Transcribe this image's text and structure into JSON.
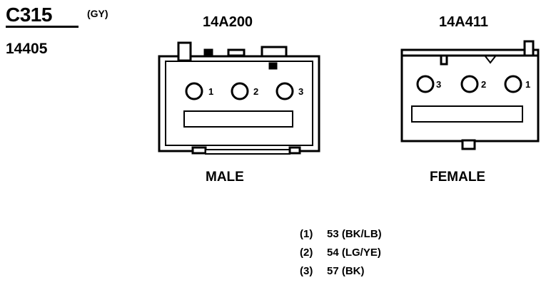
{
  "connector": {
    "id": "C315",
    "color_code": "(GY)",
    "part_number": "14405"
  },
  "male": {
    "code": "14A200",
    "label": "MALE",
    "pins": [
      "1",
      "2",
      "3"
    ]
  },
  "female": {
    "code": "14A411",
    "label": "FEMALE",
    "pins": [
      "3",
      "2",
      "1"
    ]
  },
  "wires": [
    {
      "position": "(1)",
      "circuit": "53 (BK/LB)"
    },
    {
      "position": "(2)",
      "circuit": "54 (LG/YE)"
    },
    {
      "position": "(3)",
      "circuit": "57 (BK)"
    }
  ]
}
